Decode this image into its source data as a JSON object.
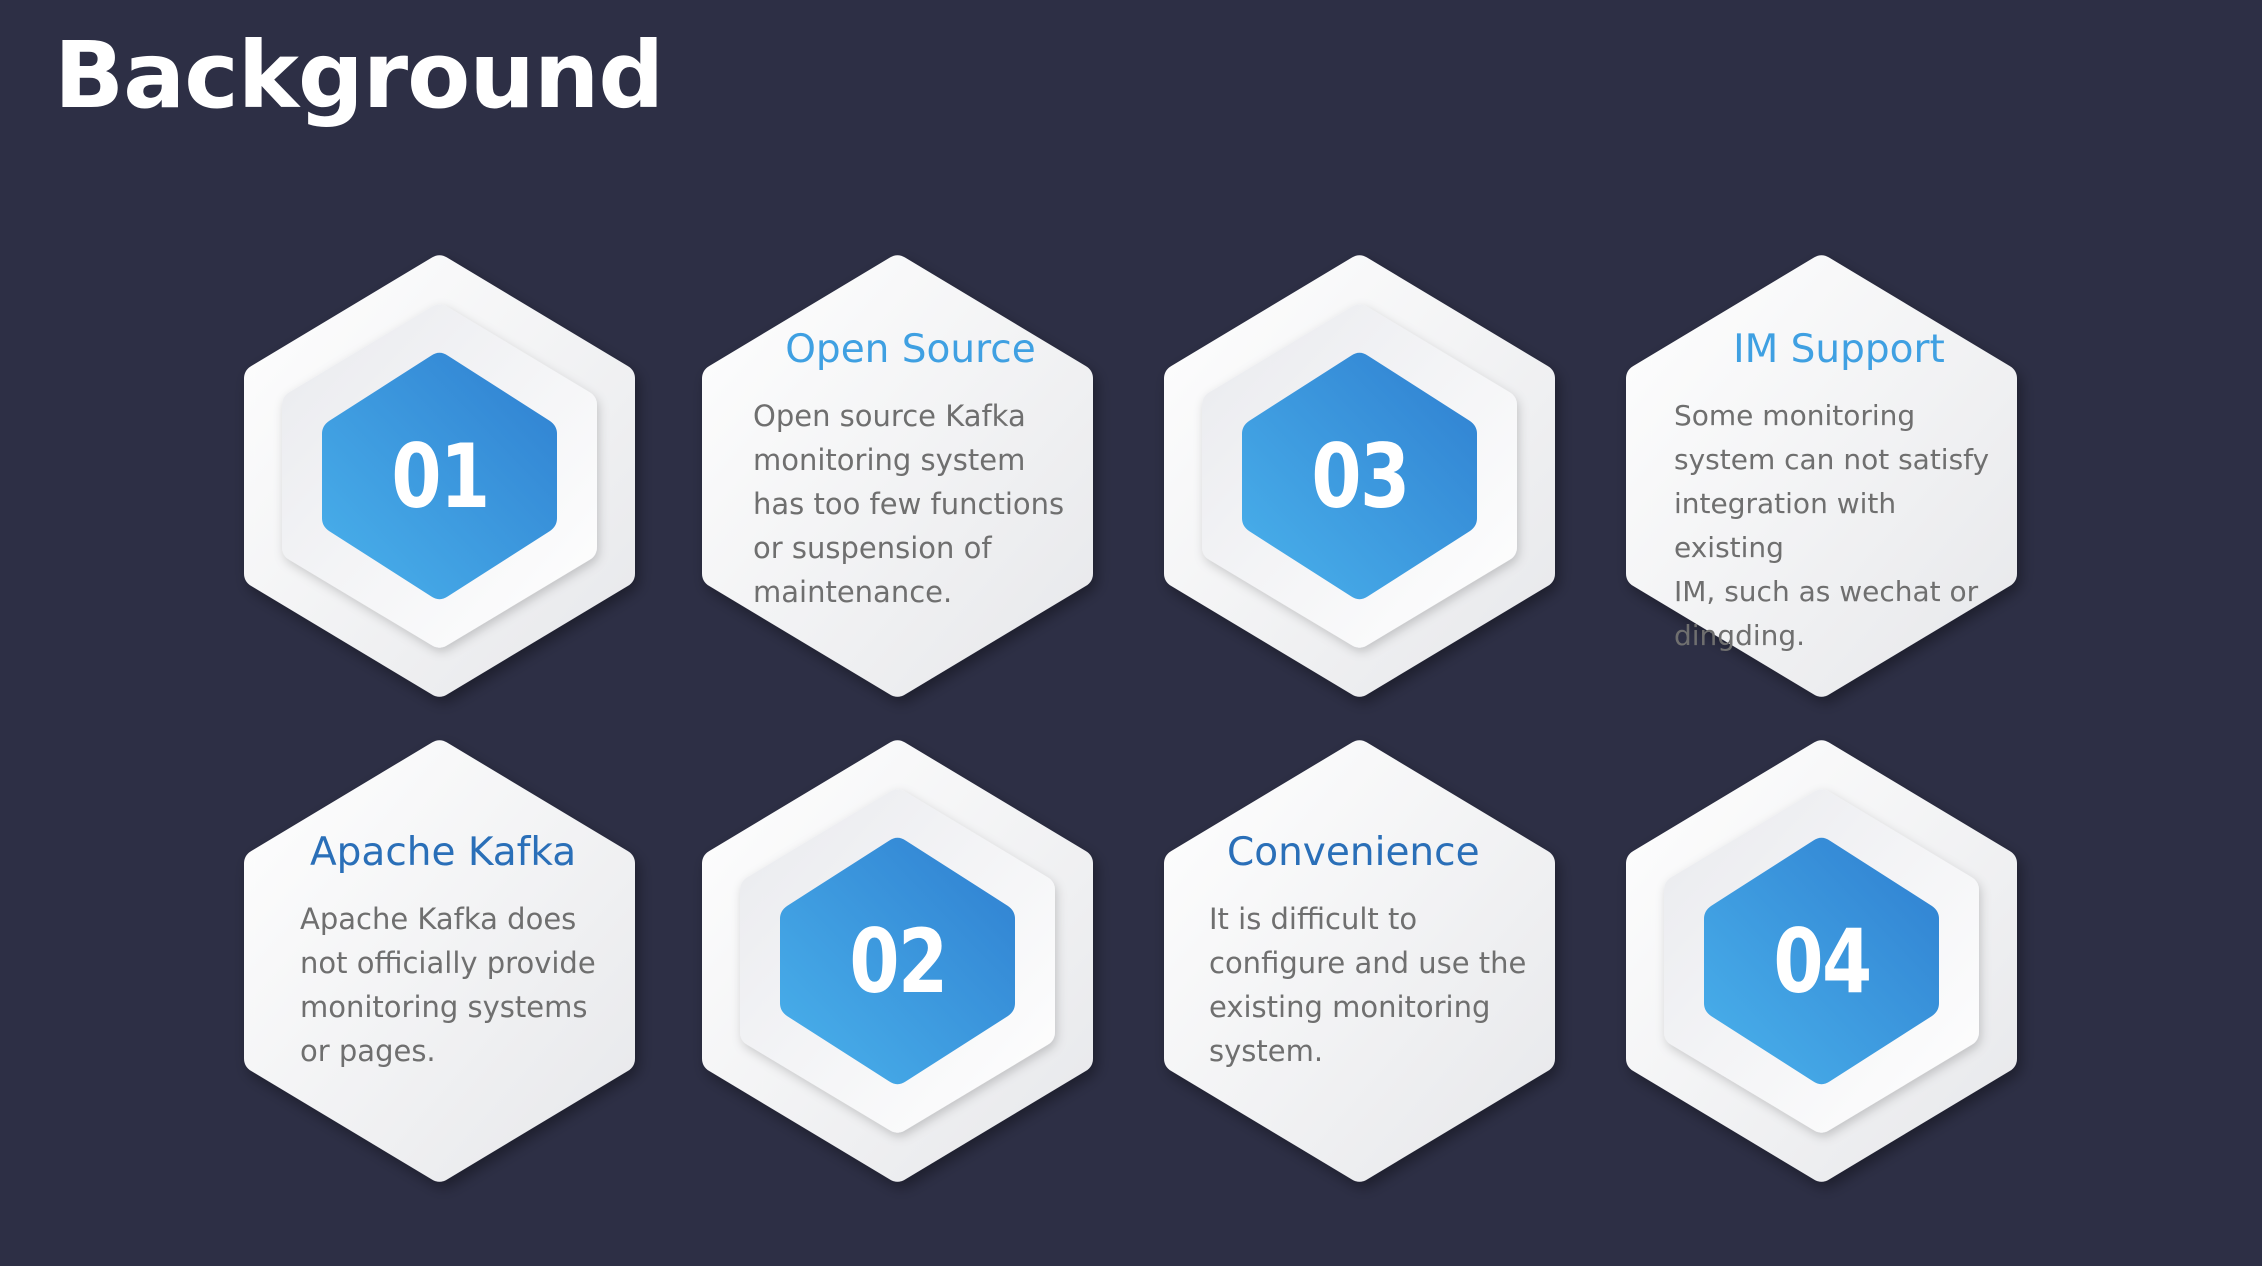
{
  "title": "Background",
  "colors": {
    "background": "#2d2f45",
    "accent_light": "#3fa0e2",
    "accent_dark": "#2a6fb8",
    "hex_surface": "#f4f4f6"
  },
  "numbers": [
    "01",
    "02",
    "03",
    "04"
  ],
  "cards": [
    {
      "title": "Open Source",
      "body": "Open source Kafka\nmonitoring system\nhas too few functions\nor suspension of\nmaintenance."
    },
    {
      "title": "IM Support",
      "body": "Some monitoring\nsystem can not satisfy\nintegration with existing\nIM, such as wechat or\ndingding."
    },
    {
      "title": "Apache Kafka",
      "body": "Apache Kafka does\nnot officially provide\nmonitoring systems\nor pages."
    },
    {
      "title": "Convenience",
      "body": "It is difficult to\nconfigure and use the\nexisting monitoring\nsystem."
    }
  ]
}
